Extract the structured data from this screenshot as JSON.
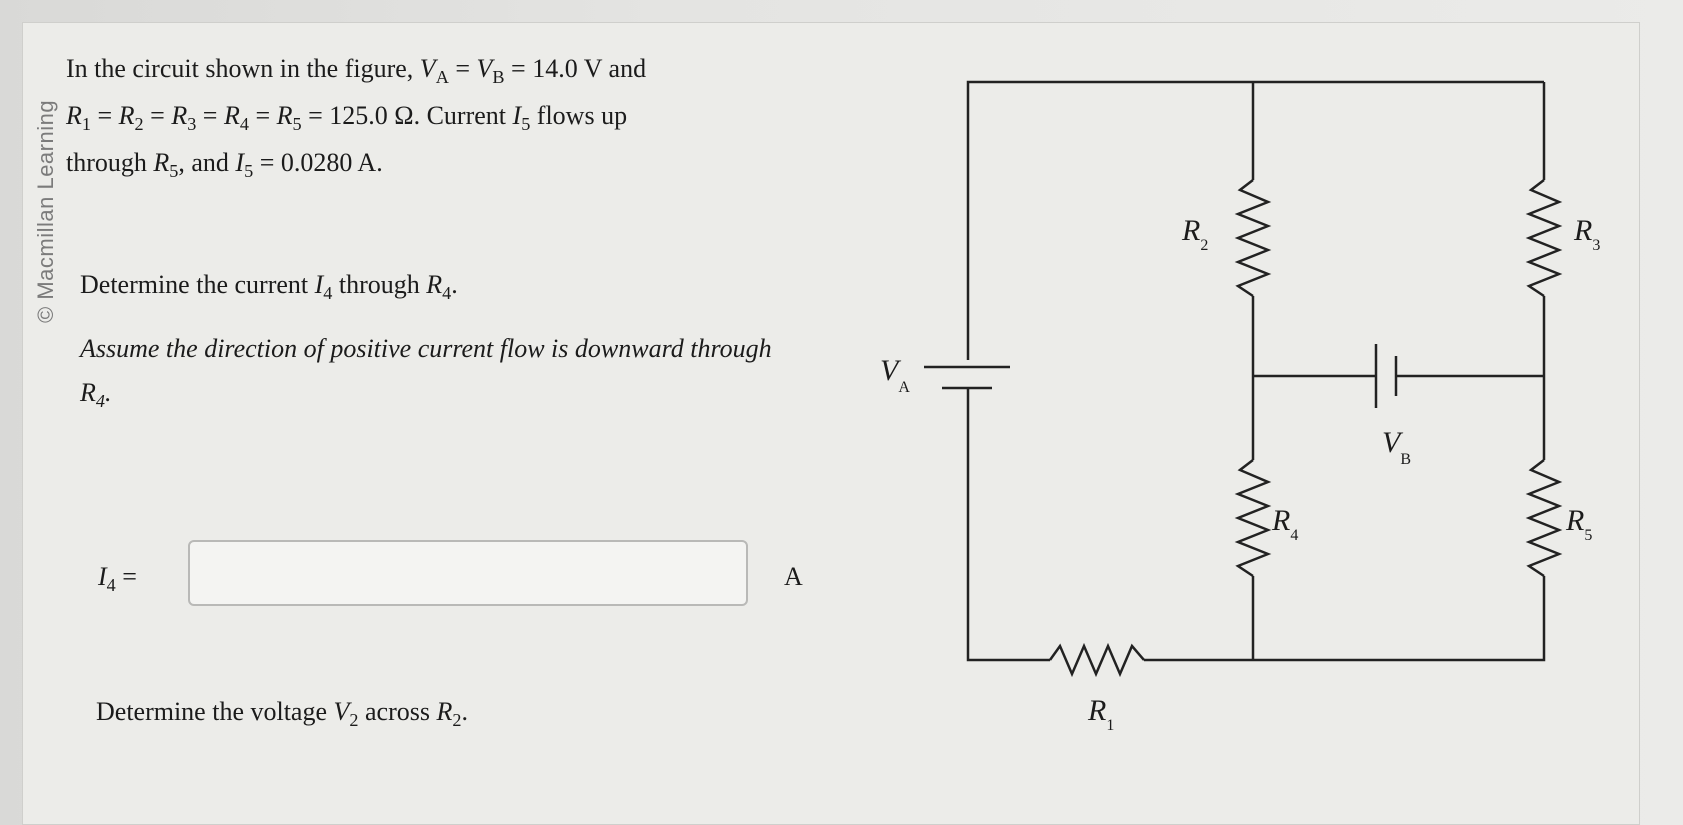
{
  "credit": "© Macmillan Learning",
  "problem": {
    "line1_pre": "In the circuit shown in the figure, ",
    "line1_eq": "= 14.0 V and",
    "line2_eq": "= 125.0 Ω. Current",
    "line2_post": "flows up",
    "line3_pre": "through",
    "line3_post": ", and",
    "line3_eq": "= 0.0280 A."
  },
  "question1": {
    "text_pre": "Determine the current",
    "text_mid": "through",
    "assume": "Assume the direction of positive current flow is downward through",
    "answer_label": "=",
    "answer_value": "",
    "unit": "A"
  },
  "question2": {
    "text_pre": "Determine the voltage",
    "text_mid": "across"
  },
  "symbols": {
    "V": "V",
    "R": "R",
    "I": "I",
    "A": "A",
    "B": "B",
    "n1": "1",
    "n2": "2",
    "n3": "3",
    "n4": "4",
    "n5": "5"
  },
  "circuit_labels": {
    "R1": "R",
    "R1s": "1",
    "R2": "R",
    "R2s": "2",
    "R3": "R",
    "R3s": "3",
    "R4": "R",
    "R4s": "4",
    "R5": "R",
    "R5s": "5",
    "VA": "V",
    "VAs": "A",
    "VB": "V",
    "VBs": "B"
  }
}
